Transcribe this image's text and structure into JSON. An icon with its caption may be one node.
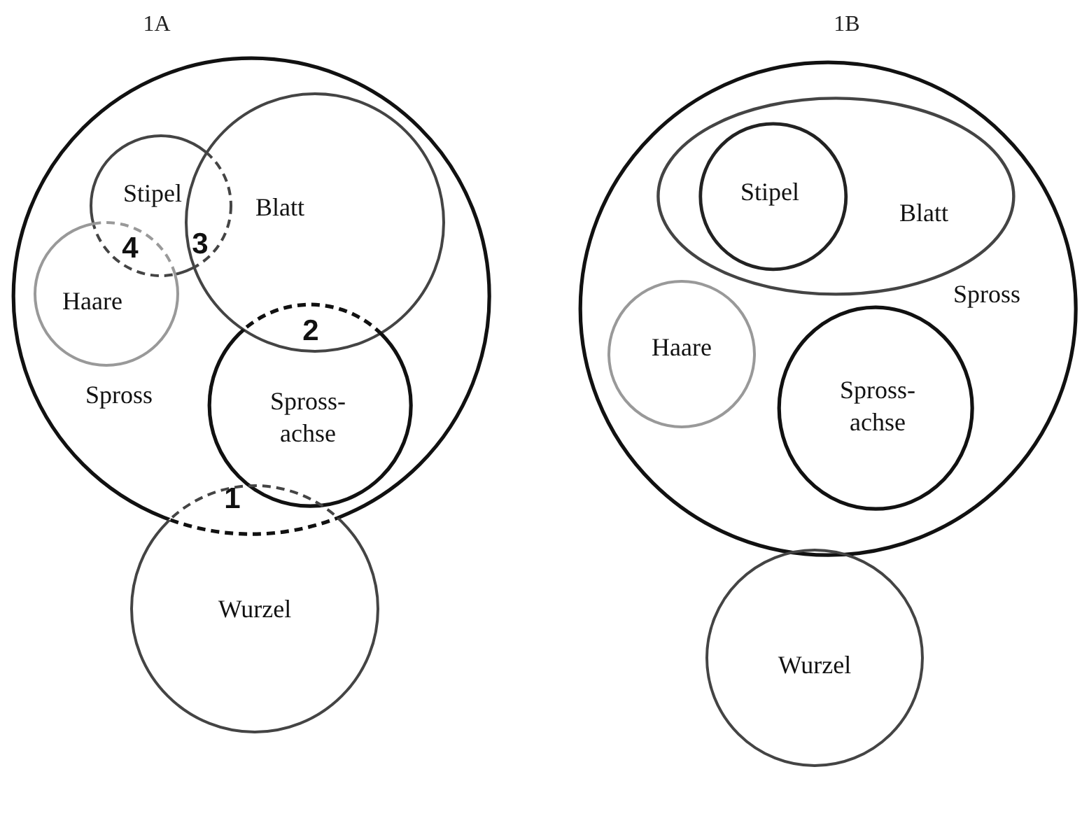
{
  "diagram": {
    "nodes": [
      {
        "text": [
          "Spross"
        ]
      },
      {
        "text": [
          "Stipel"
        ],
        "in": 0
      },
      {
        "text": [
          "Blatt"
        ],
        "in": 0
      },
      {
        "text": [
          "Haare"
        ],
        "in": 0
      },
      {
        "text": [
          "Spross- achse"
        ],
        "in": 0
      },
      {
        "text": [
          "Wurzel"
        ]
      },
      {
        "text": [
          "Spross"
        ]
      },
      {
        "text": [
          "Blatt"
        ],
        "in": 6
      },
      {
        "text": [
          "Stipel"
        ],
        "in": 7
      },
      {
        "text": [
          "Haare"
        ],
        "in": 6
      },
      {
        "text": [
          "Spross- achse"
        ],
        "in": 6
      },
      {
        "text": [
          "Wurzel"
        ]
      }
    ],
    "labels": [
      "1A",
      "1B",
      "4",
      "3",
      "2",
      "1"
    ]
  }
}
